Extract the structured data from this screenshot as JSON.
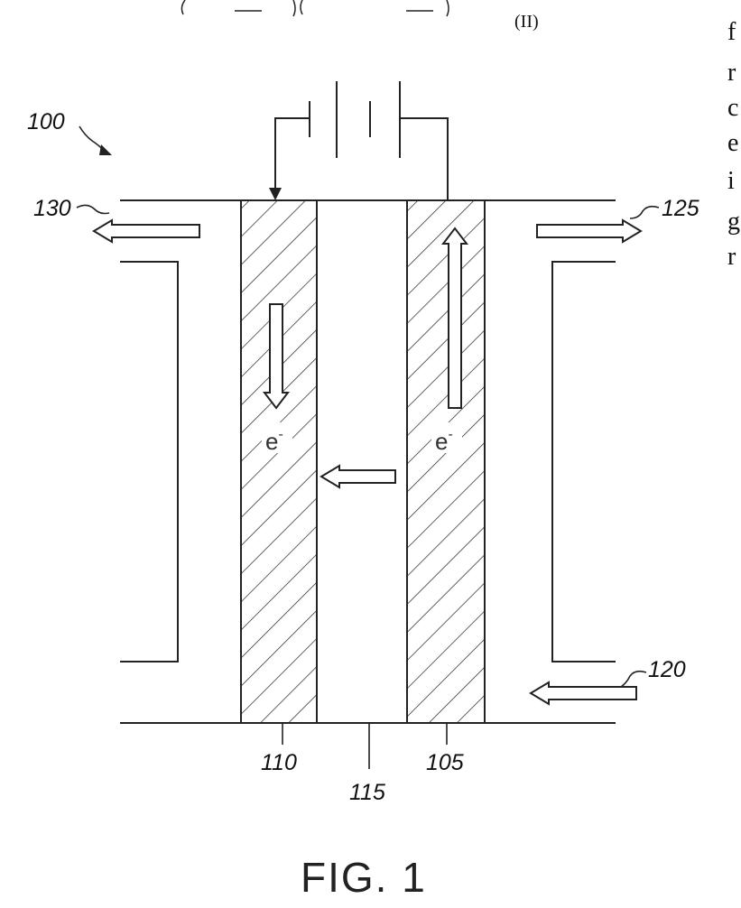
{
  "figure": {
    "caption": "FIG. 1",
    "equation_label": "(II)",
    "side_text_fragment": [
      "f",
      "r",
      "c",
      "e",
      "i",
      "g",
      "r"
    ]
  },
  "labels": {
    "system": "100",
    "anode_outlet": "130",
    "cathode_outlet": "125",
    "cathode_inlet": "120",
    "anode_electrode": "110",
    "membrane": "115",
    "cathode_electrode": "105"
  },
  "electron_symbol": "e",
  "electron_sup": "-"
}
